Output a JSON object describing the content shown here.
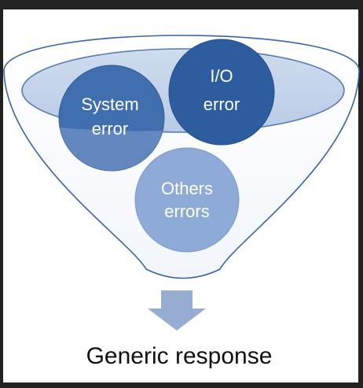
{
  "diagram": {
    "bubbles": [
      {
        "id": "system",
        "line1": "System",
        "line2": "error",
        "color": "#3f6fae"
      },
      {
        "id": "io",
        "line1": "I/O",
        "line2": "error",
        "color": "#2d5d9f"
      },
      {
        "id": "others",
        "line1": "Others",
        "line2": "errors",
        "color": "#8eaad7"
      }
    ],
    "caption": "Generic response",
    "colors": {
      "background": "#222222",
      "panel": "#ffffff",
      "funnel_stroke": "#3a63a6",
      "funnel_fill": "#d8e3f2",
      "arrow": "#96acd0"
    }
  }
}
